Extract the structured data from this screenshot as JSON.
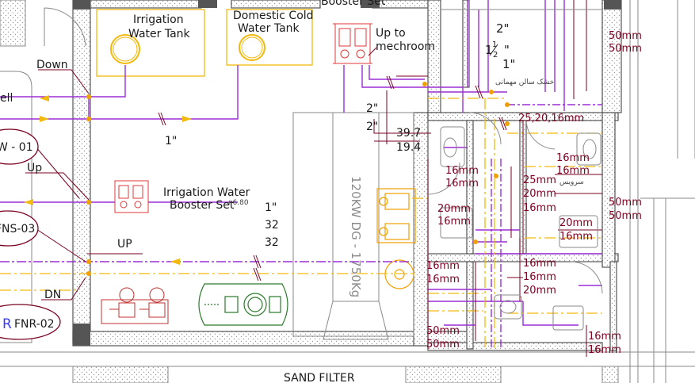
{
  "labels": {
    "irrigation_tank": [
      "Irrigation",
      "Water Tank"
    ],
    "domestic_tank": [
      "Domestic Cold",
      "Water Tank"
    ],
    "booster_set_top": "Booster Set",
    "up_to_mechroom": [
      "Up to",
      "mechroom"
    ],
    "down": "Down",
    "up_1": "Up",
    "up_2": "UP",
    "dn": "DN",
    "ell": "ell",
    "irrigation_booster": [
      "Irrigation Water",
      "Booster Set"
    ],
    "elevation": "+6.80",
    "dg": "120KW DG - 1750Kg",
    "sand_filter": "SAND FILTER",
    "arabic_1": "خشک سالن مهمانی",
    "arabic_2": "سرویس"
  },
  "tags": {
    "w01": "W - 01",
    "fns03": "FNS-03",
    "fnr02": "FNR-02",
    "r_mark": "R"
  },
  "pipe_sizes": {
    "s_2in": "2\"",
    "s_1_5in": "1",
    "s_1_5in_num": "1",
    "s_1_5in_den": "2",
    "s_1in_top": "1\"",
    "s_2in_a": "2\"",
    "s_2in_b": "2\"",
    "s_39_7": "39.7",
    "s_19_4": "19.4",
    "s_1in_mid": "1\"",
    "s_1in_right": "1\"",
    "s_32_a": "32",
    "s_32_b": "32"
  },
  "dims": {
    "d1": "50mm",
    "d2": "50mm",
    "d3": "25,20,16mm",
    "d4": "16mm",
    "d5": "16mm",
    "d6": "16mm",
    "d7": "16mm",
    "d8": "25mm",
    "d9": "20mm",
    "d10": "16mm",
    "d11": "50mm",
    "d12": "50mm",
    "d13": "20mm",
    "d14": "16mm",
    "d15": "20mm",
    "d16": "16mm",
    "d17": "16mm",
    "d18": "16mm",
    "d19": "16mm",
    "d20": "16mm",
    "d21": "20mm",
    "d22": "50mm",
    "d23": "50mm",
    "d24": "16mm",
    "d25": "16mm"
  },
  "colors": {
    "purple": "#9b2fd6",
    "yellow": "#f2b90f",
    "red": "#e23a3a",
    "maroon": "#7a0020",
    "wall": "#555555",
    "hatch": "#a0a0a0",
    "gray": "#8a8a8a",
    "orange": "#f0a000"
  }
}
